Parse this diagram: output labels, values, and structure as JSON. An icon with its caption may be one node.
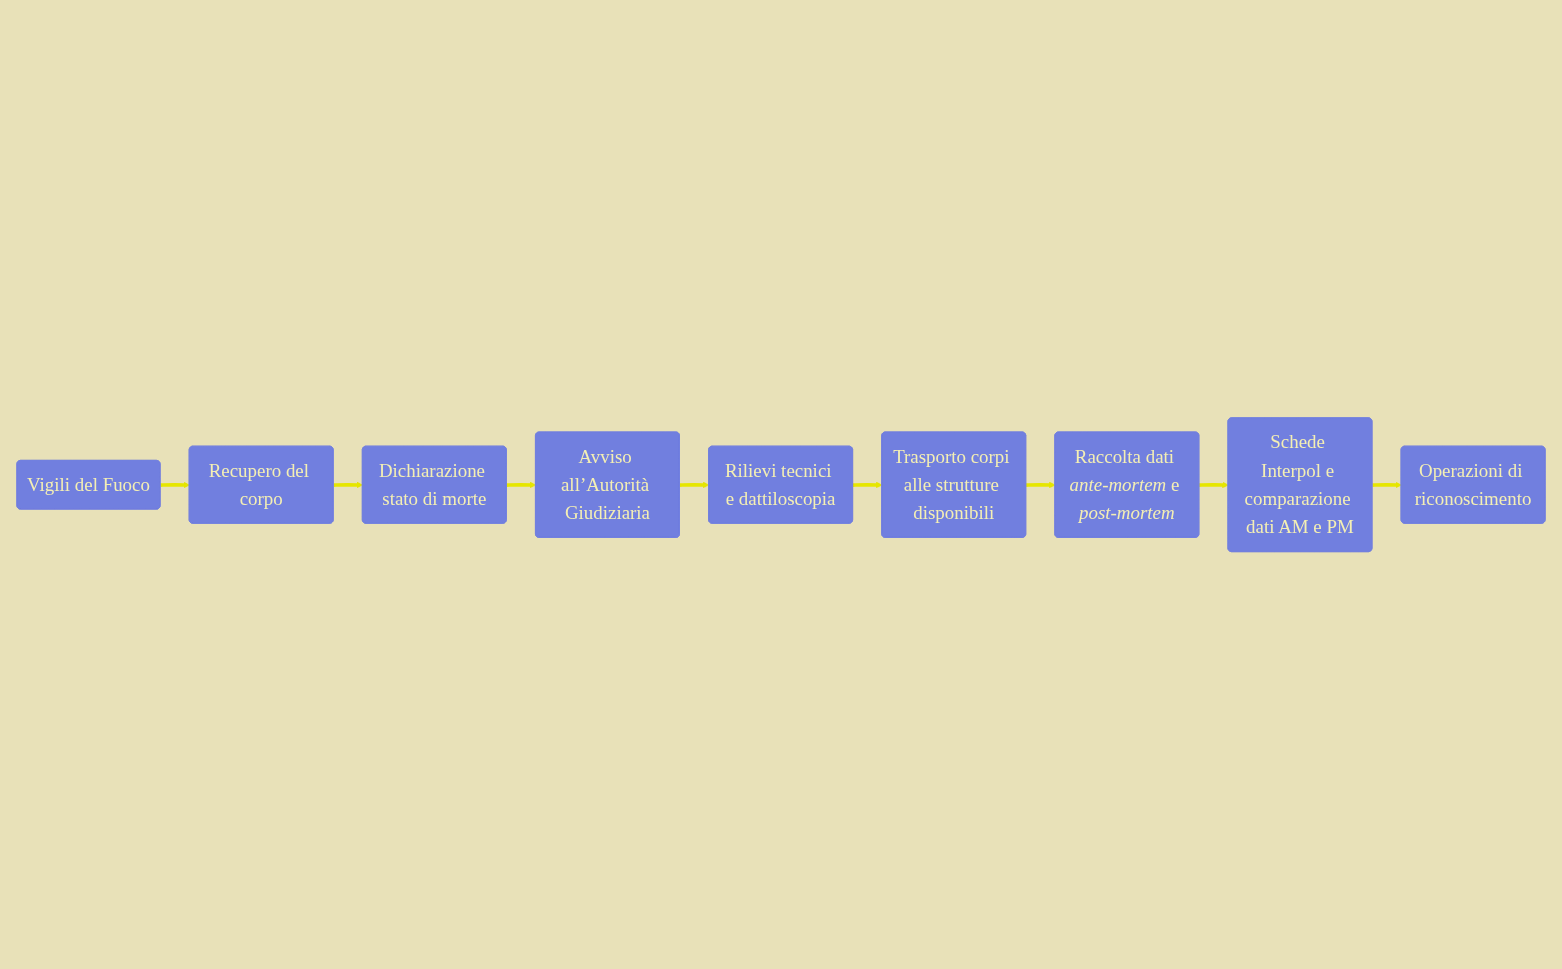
{
  "diagram": {
    "nodes": [
      {
        "text": [
          "Vigili del Fuoco"
        ]
      },
      {
        "text": [
          "Recupero del corpo"
        ]
      },
      {
        "text": [
          "Dichiarazione stato di morte"
        ]
      },
      {
        "text": [
          "Avviso all’Autorità Giudiziaria"
        ]
      },
      {
        "text": [
          "Rilievi tecnici e dattiloscopia"
        ]
      },
      {
        "text": [
          "Trasporto corpi alle strutture disponibili"
        ]
      },
      {
        "text": [
          "Raccolta dati *ante-mortem* e *post-mortem*"
        ]
      },
      {
        "text": [
          "Schede Interpol e comparazione dati AM e PM"
        ]
      },
      {
        "text": [
          "Operazioni di riconoscimento"
        ]
      }
    ],
    "edges": [
      {
        "from": 0,
        "to": 1,
        "arrow": "to"
      },
      {
        "from": 1,
        "to": 2,
        "arrow": "to"
      },
      {
        "from": 2,
        "to": 3,
        "arrow": "to"
      },
      {
        "from": 3,
        "to": 4,
        "arrow": "to"
      },
      {
        "from": 4,
        "to": 5,
        "arrow": "to"
      },
      {
        "from": 5,
        "to": 6,
        "arrow": "to"
      },
      {
        "from": 6,
        "to": 7,
        "arrow": "to"
      },
      {
        "from": 7,
        "to": 8,
        "arrow": "to"
      }
    ]
  }
}
